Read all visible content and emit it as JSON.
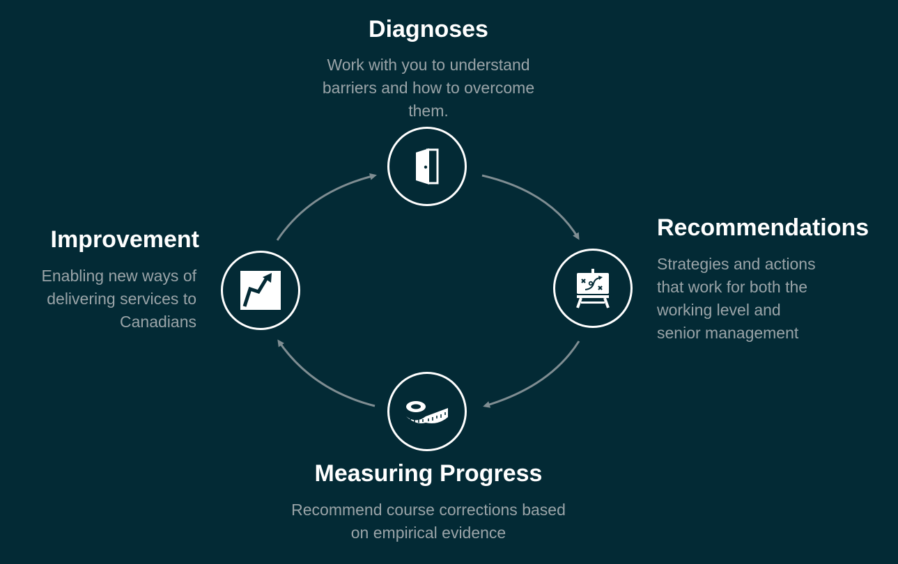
{
  "colors": {
    "background": "#032a35",
    "circle_stroke": "#ffffff",
    "arrow": "#7f8d92",
    "title": "#ffffff",
    "description": "#9aa4a8"
  },
  "steps": {
    "diagnoses": {
      "title": "Diagnoses",
      "description": "Work with you to understand barriers and how to overcome them.",
      "icon": "door-icon"
    },
    "recommendations": {
      "title": "Recommendations",
      "description": "Strategies and actions that work for both the working level and senior management",
      "icon": "strategy-board-icon"
    },
    "measuring": {
      "title": "Measuring Progress",
      "description": "Recommend course corrections based on empirical evidence",
      "icon": "measuring-tape-icon"
    },
    "improvement": {
      "title": "Improvement",
      "description": "Enabling new ways of delivering services to Canadians",
      "icon": "trend-up-icon"
    }
  }
}
